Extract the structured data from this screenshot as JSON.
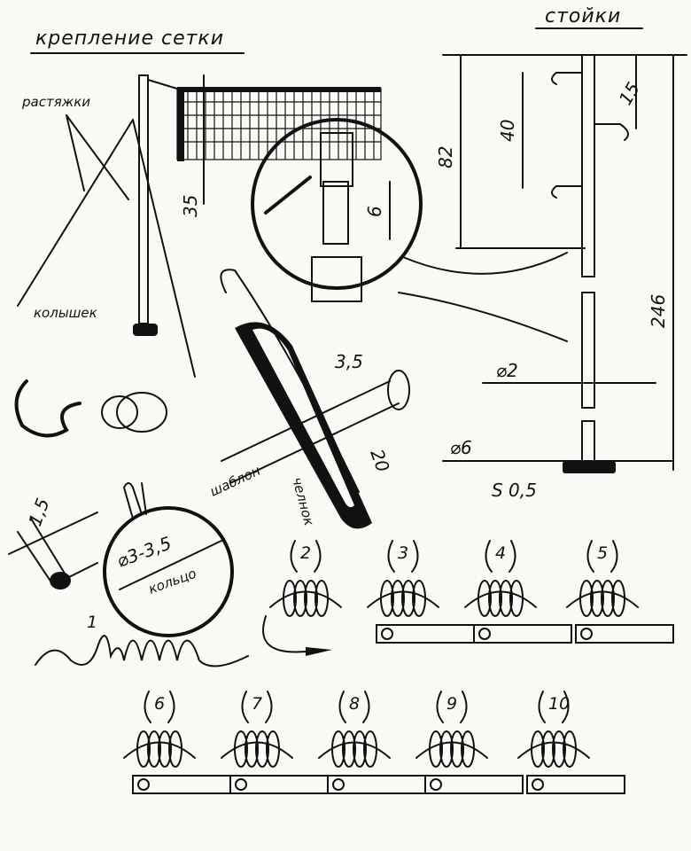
{
  "titles": {
    "net_mounting": "крепление сетки",
    "posts": "стойки"
  },
  "labels": {
    "guy_ropes": "растяжки",
    "peg": "колышек",
    "template": "шаблон",
    "shuttle": "челнок",
    "ring": "кольцо"
  },
  "dimensions": {
    "net_height": "35",
    "socket_depth": "6",
    "post_82": "82",
    "post_40": "40",
    "post_15": "15",
    "post_total": "246",
    "post_diameter": "⌀2",
    "base_diameter": "⌀6",
    "base_thickness": "S 0,5",
    "shuttle_width": "3,5",
    "shuttle_length": "20",
    "template_thickness": "1,5",
    "ring_diameter": "⌀3-3,5"
  },
  "steps": [
    "1",
    "2",
    "3",
    "4",
    "5",
    "6",
    "7",
    "8",
    "9",
    "10"
  ]
}
